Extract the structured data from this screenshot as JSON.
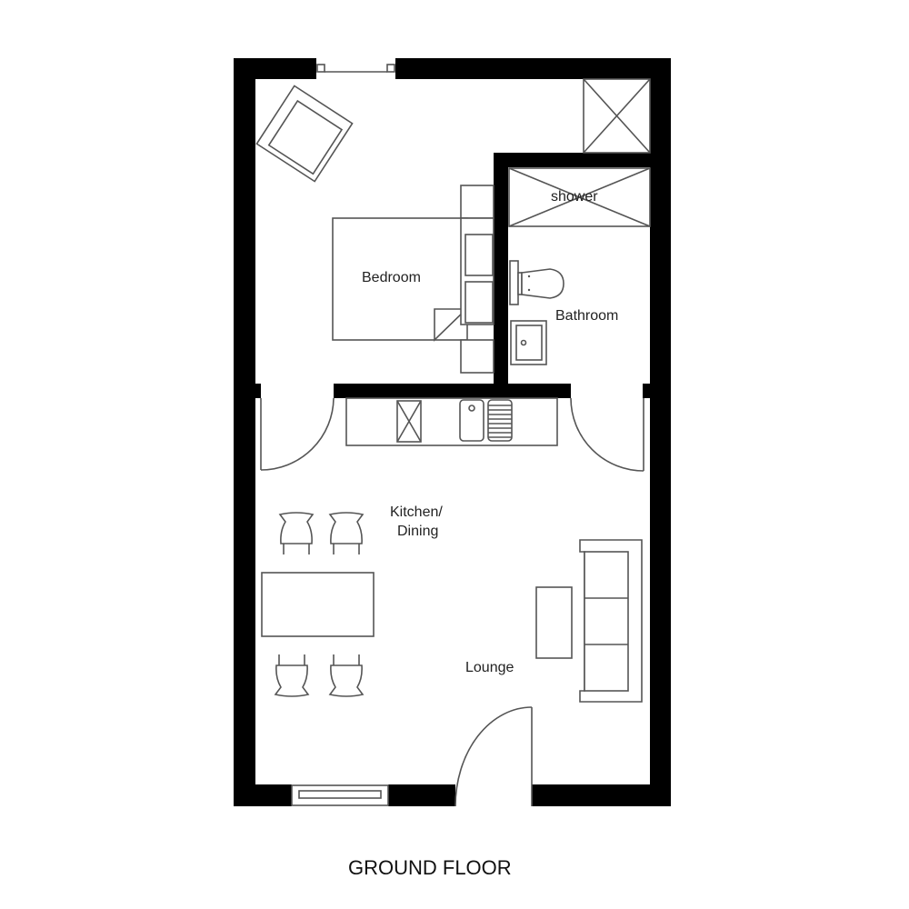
{
  "plan": {
    "title": "GROUND FLOOR",
    "colors": {
      "wall": "#000000",
      "line": "#555555",
      "text": "#222222",
      "background": "#ffffff"
    },
    "rooms": {
      "bedroom": {
        "label": "Bedroom"
      },
      "shower": {
        "label": "shower"
      },
      "bathroom": {
        "label": "Bathroom"
      },
      "kitchen_dining": {
        "label_line1": "Kitchen/",
        "label_line2": "Dining"
      },
      "lounge": {
        "label": "Lounge"
      }
    },
    "fixtures": [
      "armchair",
      "wardrobe",
      "double-bed",
      "bedside-table",
      "bedside-table",
      "shower-tray",
      "toilet",
      "washbasin",
      "cooker",
      "sink",
      "drainer",
      "dining-table",
      "dining-chair",
      "dining-chair",
      "dining-chair",
      "dining-chair",
      "sofa",
      "coffee-table",
      "entrance-door",
      "window"
    ]
  }
}
